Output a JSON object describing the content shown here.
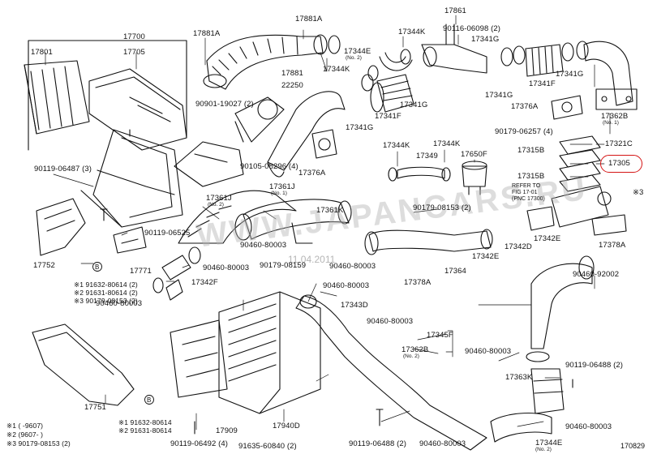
{
  "highlight_color": "#d41414",
  "watermark": "WWW.JAPANCARS.RU",
  "date_stamp": "11.04.2011",
  "figure_id": "170829",
  "labels": {
    "p17700": "17700",
    "p17801": "17801",
    "p17705": "17705",
    "p17881A_1": "17881A",
    "p17881A_2": "17881A",
    "p17881": "17881",
    "p22250": "22250",
    "p90901": "90901-19027 (2)",
    "p17861": "17861",
    "p90116": "90116-06098 (2)",
    "p17344K_1": "17344K",
    "p17344E_1": "17344E",
    "p17344E_1_sub": "(No. 2)",
    "p17344K_2": "17344K",
    "p17341G_1": "17341G",
    "p17341F_1": "17341F",
    "p17341G_2": "17341G",
    "p17341G_3": "17341G",
    "p17341G_4": "17341G",
    "p17341F_2": "17341F",
    "p17376A_1": "17376A",
    "p17362B_1": "17362B",
    "p17362B_1_sub": "(No. 1)",
    "p17341G_5": "17341G",
    "p90179_06257": "90179-06257 (4)",
    "p17321C": "17321C",
    "p17315B_1": "17315B",
    "p17305": "17305",
    "p17315B_2": "17315B",
    "p17344K_3": "17344K",
    "p17344K_4": "17344K",
    "p17349": "17349",
    "p17650F": "17650F",
    "p90105": "90105-08296 (4)",
    "p17376A_2": "17376A",
    "p17361J_1": "17361J",
    "p17361J_1_sub": "(No. 1)",
    "p90119_06487": "90119-06487 (3)",
    "p17361J_2": "17361J",
    "p17361J_2_sub": "(No. 2)",
    "p90119_06525": "90119-06525",
    "p17361K": "17361K",
    "p90179_08153": "90179-08153 (2)",
    "ref_to": "REFER TO",
    "ref_fig": "FIG 17-01",
    "ref_pnc": "(PNC 17300)",
    "star3_a": "※3",
    "p17342D": "17342D",
    "p17342E_1": "17342E",
    "p17378A_1": "17378A",
    "p17752": "17752",
    "p17771": "17771",
    "p90460_80003_1": "90460-80003",
    "p90460_80003_2": "90460-80003",
    "p90460_80003_3": "90460-80003",
    "p17342F": "17342F",
    "p90179_08159": "90179-08159",
    "p17342E_2": "17342E",
    "p17364": "17364",
    "p17378A_2": "17378A",
    "n1_91632_80614": "※1 91632-80614 (2)",
    "n2_91631_80614": "※2 91631-80614 (2)",
    "n3_90179_08153": "※3 90179-08153 (2)",
    "p90460_80003_4": "90460-80003",
    "p90460_80003_5": "90460-80003",
    "p17343D": "17343D",
    "p90460_80003_6": "90460-80003",
    "p90460_92002": "90460-92002",
    "p17345F": "17345F",
    "p90460_80003_7": "90460-80003",
    "p17362B_2": "17362B",
    "p17362B_2_sub": "(No. 2)",
    "p90119_06488_1": "90119-06488 (2)",
    "p17363K": "17363K",
    "p90460_80003_8": "90460-80003",
    "p17751": "17751",
    "p1_9607": "※1 (      -9607)",
    "p2_9607": "※2 (9607-      )",
    "p3_90179": "※3 90179-08153 (2)",
    "n1_91632_80614_b": "※1 91632-80614",
    "n2_91631_80614_b": "※2 91631-80614",
    "p17909": "17909",
    "p17940D": "17940D",
    "p90119_06492": "90119-06492 (4)",
    "p91635": "91635-60840 (2)",
    "p90119_06488_2": "90119-06488 (2)",
    "p90460_80003_9": "90460-80003",
    "p17344E_2": "17344E",
    "p17344E_2_sub": "(No. 2)",
    "callout_b": "B"
  }
}
